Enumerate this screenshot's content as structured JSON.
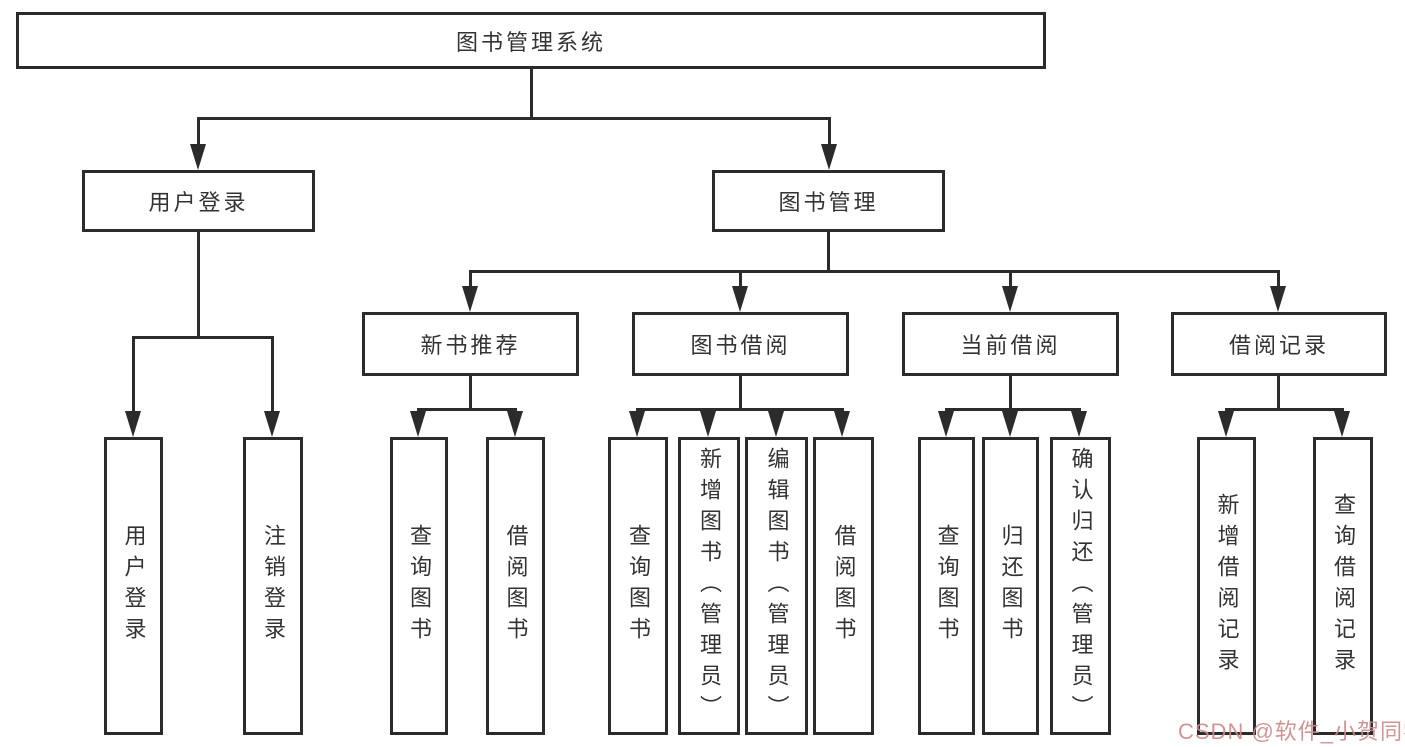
{
  "diagram_title": "图书管理系统",
  "tree": {
    "label": "图书管理系统",
    "children": [
      {
        "label": "用户登录",
        "children": [
          {
            "label": "用户登录"
          },
          {
            "label": "注销登录"
          }
        ]
      },
      {
        "label": "图书管理",
        "children": [
          {
            "label": "新书推荐",
            "children": [
              {
                "label": "查询图书"
              },
              {
                "label": "借阅图书"
              }
            ]
          },
          {
            "label": "图书借阅",
            "children": [
              {
                "label": "查询图书"
              },
              {
                "label": "新增图书（管理员）"
              },
              {
                "label": "编辑图书（管理员）"
              },
              {
                "label": "借阅图书"
              }
            ]
          },
          {
            "label": "当前借阅",
            "children": [
              {
                "label": "查询图书"
              },
              {
                "label": "归还图书"
              },
              {
                "label": "确认归还（管理员）"
              }
            ]
          },
          {
            "label": "借阅记录",
            "children": [
              {
                "label": "新增借阅记录"
              },
              {
                "label": "查询借阅记录"
              }
            ]
          }
        ]
      }
    ]
  },
  "watermark": {
    "text": "CSDN @软件_小贺同学",
    "color": "#cb8a8a"
  },
  "colors": {
    "line": "#2b2b2b",
    "box_border": "#2b2b2b",
    "text": "#333333",
    "background": "#ffffff"
  }
}
